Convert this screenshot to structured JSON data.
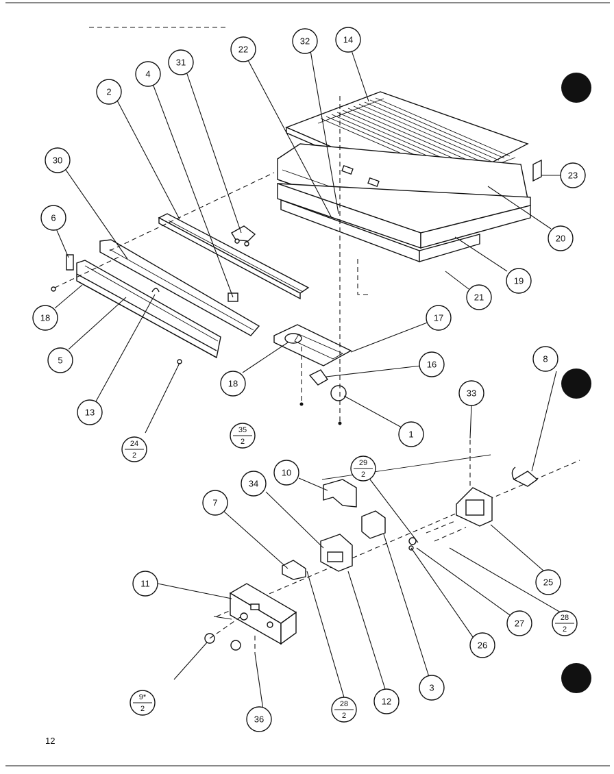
{
  "page_number": "12",
  "callouts": [
    {
      "id": "c2",
      "label": "2"
    },
    {
      "id": "c4",
      "label": "4"
    },
    {
      "id": "c31",
      "label": "31"
    },
    {
      "id": "c22",
      "label": "22"
    },
    {
      "id": "c32",
      "label": "32"
    },
    {
      "id": "c14",
      "label": "14"
    },
    {
      "id": "c30",
      "label": "30"
    },
    {
      "id": "c6",
      "label": "6"
    },
    {
      "id": "c18a",
      "label": "18"
    },
    {
      "id": "c5",
      "label": "5"
    },
    {
      "id": "c13",
      "label": "13"
    },
    {
      "id": "c23",
      "label": "23"
    },
    {
      "id": "c20",
      "label": "20"
    },
    {
      "id": "c19",
      "label": "19"
    },
    {
      "id": "c21",
      "label": "21"
    },
    {
      "id": "c17",
      "label": "17"
    },
    {
      "id": "c16",
      "label": "16"
    },
    {
      "id": "c18b",
      "label": "18"
    },
    {
      "id": "c1",
      "label": "1"
    },
    {
      "id": "c8",
      "label": "8"
    },
    {
      "id": "c33",
      "label": "33"
    },
    {
      "id": "c10",
      "label": "10"
    },
    {
      "id": "c34",
      "label": "34"
    },
    {
      "id": "c7",
      "label": "7"
    },
    {
      "id": "c11",
      "label": "11"
    },
    {
      "id": "c25",
      "label": "25"
    },
    {
      "id": "c27",
      "label": "27"
    },
    {
      "id": "c26",
      "label": "26"
    },
    {
      "id": "c3",
      "label": "3"
    },
    {
      "id": "c12",
      "label": "12"
    },
    {
      "id": "c36",
      "label": "36"
    }
  ],
  "fraction_callouts": [
    {
      "id": "f24",
      "top": "24",
      "bottom": "2"
    },
    {
      "id": "f35",
      "top": "35",
      "bottom": "2"
    },
    {
      "id": "f29",
      "top": "29",
      "bottom": "2"
    },
    {
      "id": "f28a",
      "top": "28",
      "bottom": "2"
    },
    {
      "id": "f9",
      "top": "9*",
      "bottom": "2"
    },
    {
      "id": "f28b",
      "top": "28",
      "bottom": "2"
    }
  ]
}
